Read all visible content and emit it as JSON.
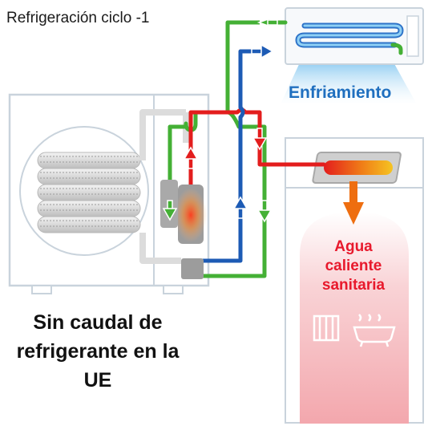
{
  "header": {
    "cycle_title": "Refrigeración ciclo -1"
  },
  "labels": {
    "cooling": "Enfriamiento",
    "dhw": "Agua caliente sanitaria",
    "no_flow": "Sin caudal de refrigerante en la UE"
  },
  "colors": {
    "hot": "#e31d1d",
    "warm_return": "#44b035",
    "cold": "#1d5bb5",
    "water_arrow": "#ee6e10",
    "unit_outline": "#c9d3dc",
    "cooling_text": "#1f6fbf",
    "dhw_text": "#e8192c"
  },
  "icons": {
    "radiator": "radiator-icon",
    "bathtub": "bathtub-icon",
    "fan": "fan-icon",
    "compressor": "compressor-icon"
  }
}
